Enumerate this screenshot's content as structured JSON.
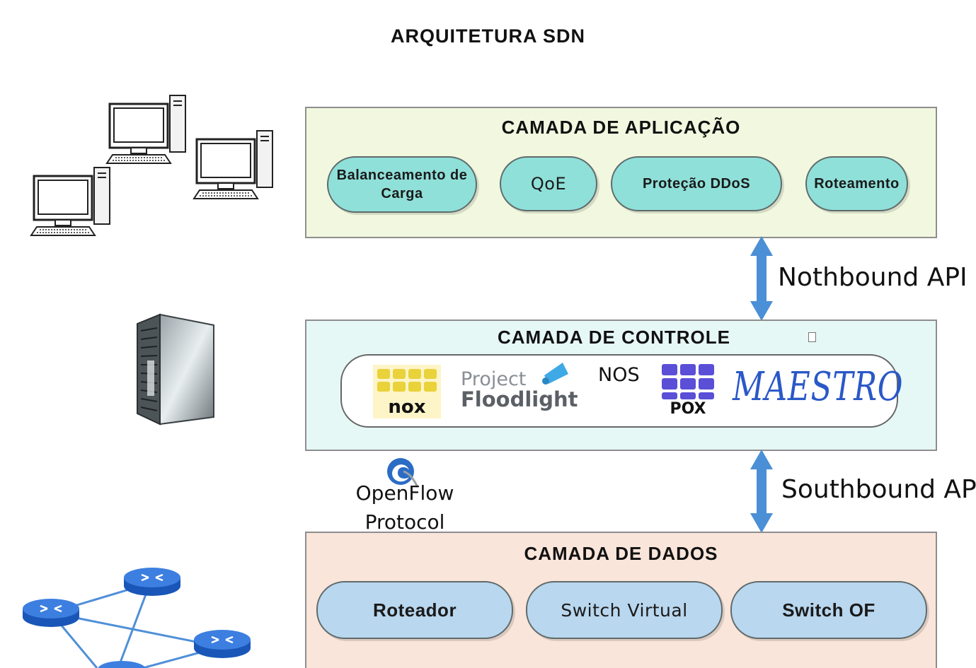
{
  "title": "ARQUITETURA SDN",
  "application_layer": {
    "title": "CAMADA DE APLICAÇÃO",
    "apps": [
      "Balanceamento de Carga",
      "QoE",
      "Proteção DDoS",
      "Roteamento"
    ]
  },
  "northbound": {
    "label": "Nothbound API"
  },
  "control_layer": {
    "title": "CAMADA DE CONTROLE",
    "nos_label": "NOS",
    "controllers": {
      "nox": "nox",
      "floodlight_line1": "Project",
      "floodlight_line2": "Floodlight",
      "pox": "POX",
      "maestro": "MAESTRO"
    }
  },
  "openflow": {
    "line1": "OpenFlow",
    "line2": "Protocol"
  },
  "southbound": {
    "label": "Southbound AP"
  },
  "data_layer": {
    "title": "CAMADA DE DADOS",
    "devices": [
      "Roteador",
      "Switch Virtual",
      "Switch OF"
    ]
  },
  "colors": {
    "app_layer_bg": "#f1f8df",
    "app_pill": "#8fe0d9",
    "control_layer_bg": "#e6f8f6",
    "data_layer_bg": "#fae5da",
    "data_pill": "#b9d7ee",
    "arrow": "#4b8fd6"
  }
}
